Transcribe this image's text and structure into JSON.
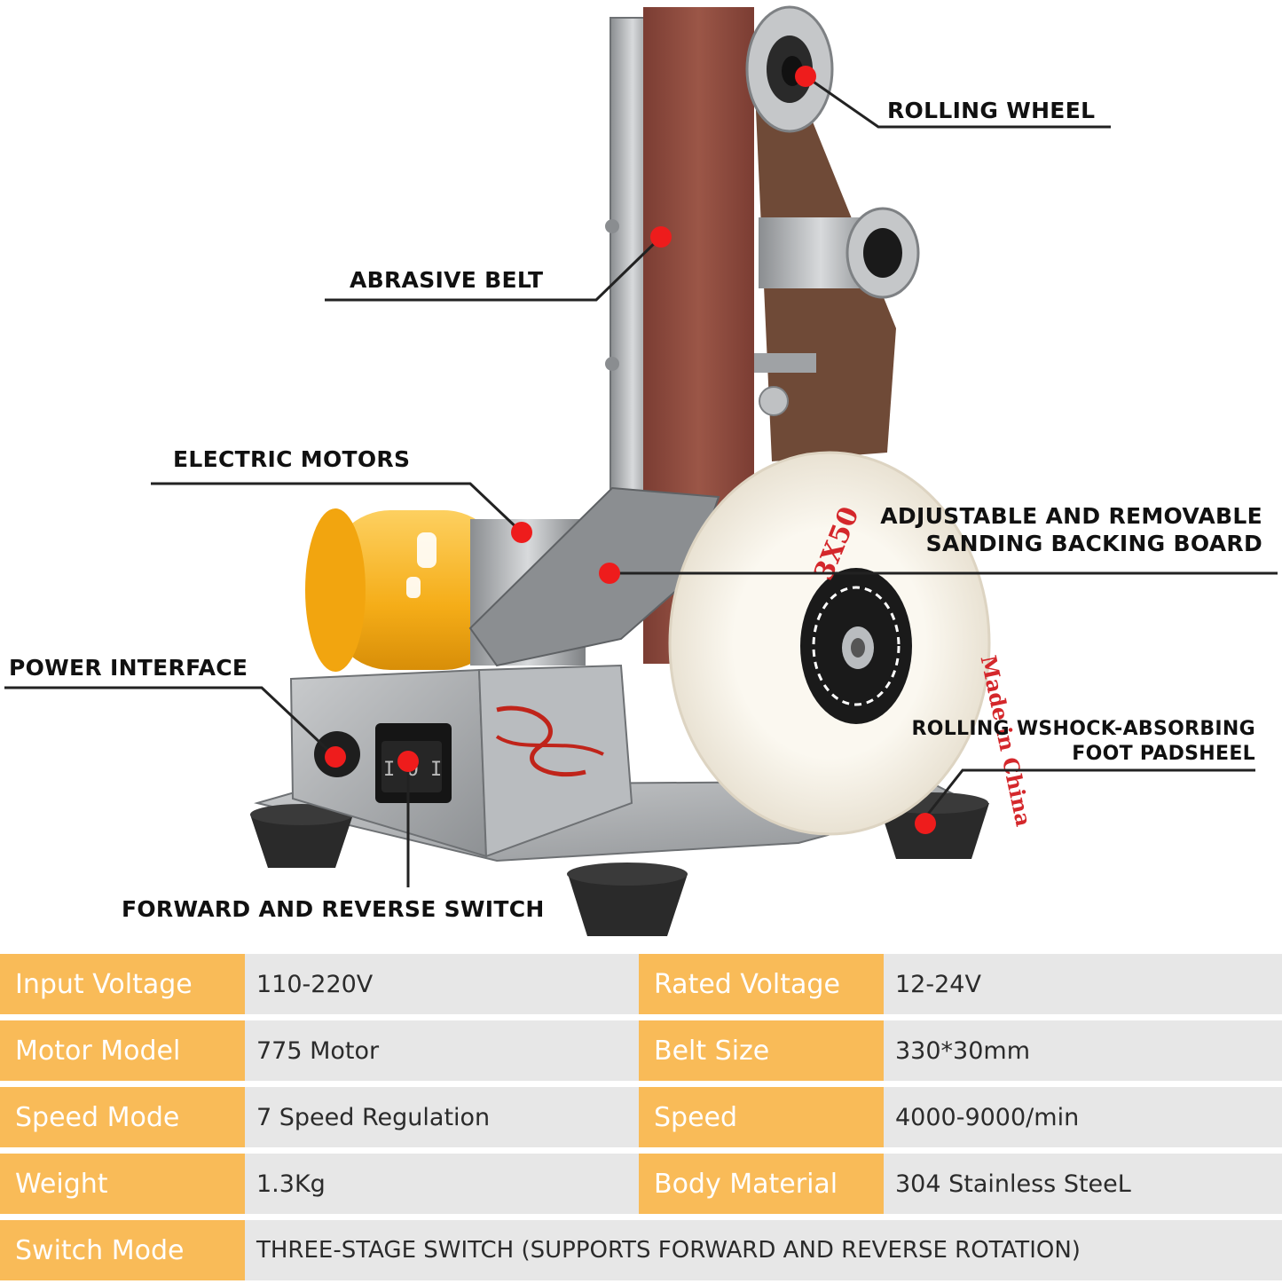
{
  "callouts": {
    "rolling_wheel": "ROLLING WHEEL",
    "abrasive_belt": "ABRASIVE BELT",
    "electric_motors": "ELECTRIC MOTORS",
    "backing_board_line1": "ADJUSTABLE AND REMOVABLE",
    "backing_board_line2": "SANDING BACKING BOARD",
    "power_interface": "POWER INTERFACE",
    "foot_pad_line1": "ROLLING WSHOCK-ABSORBING",
    "foot_pad_line2": "FOOT PADSHEEL",
    "forward_reverse_switch": "FORWARD AND REVERSE SWITCH"
  },
  "product_markings": {
    "wheel_size": "3X50",
    "wheel_origin": "Made in China",
    "switch_symbols": "I O I"
  },
  "specs": [
    {
      "left_label": "Input Voltage",
      "left_value": "110-220V",
      "right_label": "Rated Voltage",
      "right_value": "12-24V"
    },
    {
      "left_label": "Motor Model",
      "left_value": "775 Motor",
      "right_label": "Belt Size",
      "right_value": "330*30mm"
    },
    {
      "left_label": "Speed Mode",
      "left_value": "7 Speed Regulation",
      "right_label": "Speed",
      "right_value": "4000-9000/min"
    },
    {
      "left_label": "Weight",
      "left_value": "1.3Kg",
      "right_label": "Body Material",
      "right_value": "304 Stainless SteeL"
    }
  ],
  "switch_mode": {
    "label": "Switch Mode",
    "value": "THREE-STAGE SWITCH (SUPPORTS FORWARD AND REVERSE ROTATION)"
  },
  "colors": {
    "label_cell": "#f9bb58",
    "value_cell": "#e7e7e7",
    "marker_dot": "#ee1c1c",
    "belt": "#8f4a3c",
    "motor": "#f7b21c"
  }
}
